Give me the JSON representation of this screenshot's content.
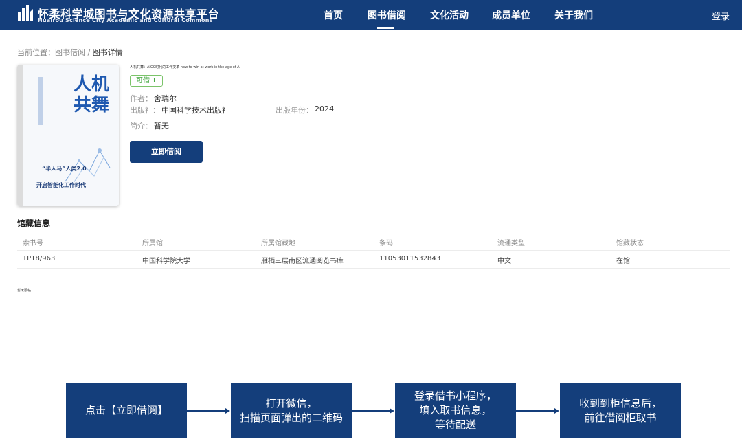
{
  "header": {
    "brand_cn": "怀柔科学城图书与文化资源共享平台",
    "brand_en": "Huairou Science City Academic and Cultural Commons",
    "nav": [
      {
        "label": "首页"
      },
      {
        "label": "图书借阅",
        "active": true
      },
      {
        "label": "文化活动"
      },
      {
        "label": "成员单位"
      },
      {
        "label": "关于我们"
      }
    ],
    "login": "登录"
  },
  "breadcrumb": {
    "prefix": "当前位置：",
    "parent": "图书借阅",
    "sep": "/",
    "current": "图书详情"
  },
  "book": {
    "cover_title": "人机共舞",
    "cover_tag1": "“半人马”人类2.0",
    "cover_tag2": "开启智能化工作时代",
    "full_title": "人机共舞：AIGC时代的工作变革 how to win at work in the age of AI",
    "availability": "可借 1",
    "author_label": "作者：",
    "author": "舍瑞尔",
    "publisher_label": "出版社：",
    "publisher": "中国科学技术出版社",
    "year_label": "出版年份：",
    "year": "2024",
    "intro_label": "简介：",
    "intro": "暂无",
    "borrow_button": "立即借阅"
  },
  "holdings": {
    "title": "馆藏信息",
    "columns": [
      "索书号",
      "所属馆",
      "所属馆藏地",
      "条码",
      "流通类型",
      "馆藏状态"
    ],
    "rows": [
      [
        "TP18/963",
        "中国科学院大学",
        "雁栖三层南区流通阅览书库",
        "11053011532843",
        "中文",
        "在馆"
      ]
    ]
  },
  "note": "暂无跟帖",
  "flow": [
    "点击【立即借阅】",
    "打开微信，\n扫描页面弹出的二维码",
    "登录借书小程序，\n填入取书信息，\n等待配送",
    "收到到柜信息后，\n前往借阅柜取书"
  ],
  "colors": {
    "brand": "#143e7b",
    "available": "#3ea53a"
  }
}
